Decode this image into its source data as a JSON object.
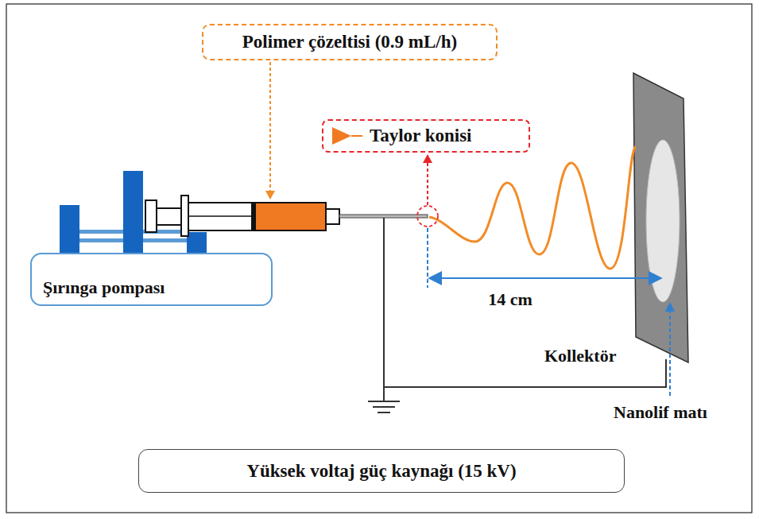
{
  "diagram": {
    "nodes": [
      {
        "text": [
          "Polimer çözeltisi (0.9 mL/h)"
        ]
      },
      {
        "text": [
          "Taylor konisi"
        ]
      },
      {
        "text": [
          "Şırınga pompası"
        ]
      },
      {
        "text": [
          "Yüksek voltaj güç kaynağı (15 kV)"
        ]
      }
    ],
    "labels": [
      "14 cm",
      "Kollektör",
      "Nanolif matı"
    ]
  }
}
